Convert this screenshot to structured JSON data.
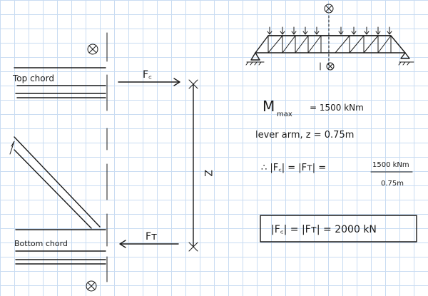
{
  "section": {
    "top_label": "Top chord",
    "bottom_label": "Bottom chord",
    "fc_label": "F꜀",
    "ft_label": "Fᴛ",
    "z_label": "Z"
  },
  "equations": {
    "mmax_sym": "M",
    "mmax_sub": "max",
    "mmax_rhs": "=  1500 kNm",
    "lever_arm": "lever arm,  z =  0.75m",
    "ratio_lhs": "∴  |F꜀|  =  |Fᴛ|  =",
    "ratio_num": "1500 kNm",
    "ratio_den": "0.75m",
    "result": "|F꜀| =  |Fᴛ|   =   2000 kN"
  },
  "colors": {
    "grid": "#c9dcf2",
    "ink": "#1a1a1a"
  }
}
